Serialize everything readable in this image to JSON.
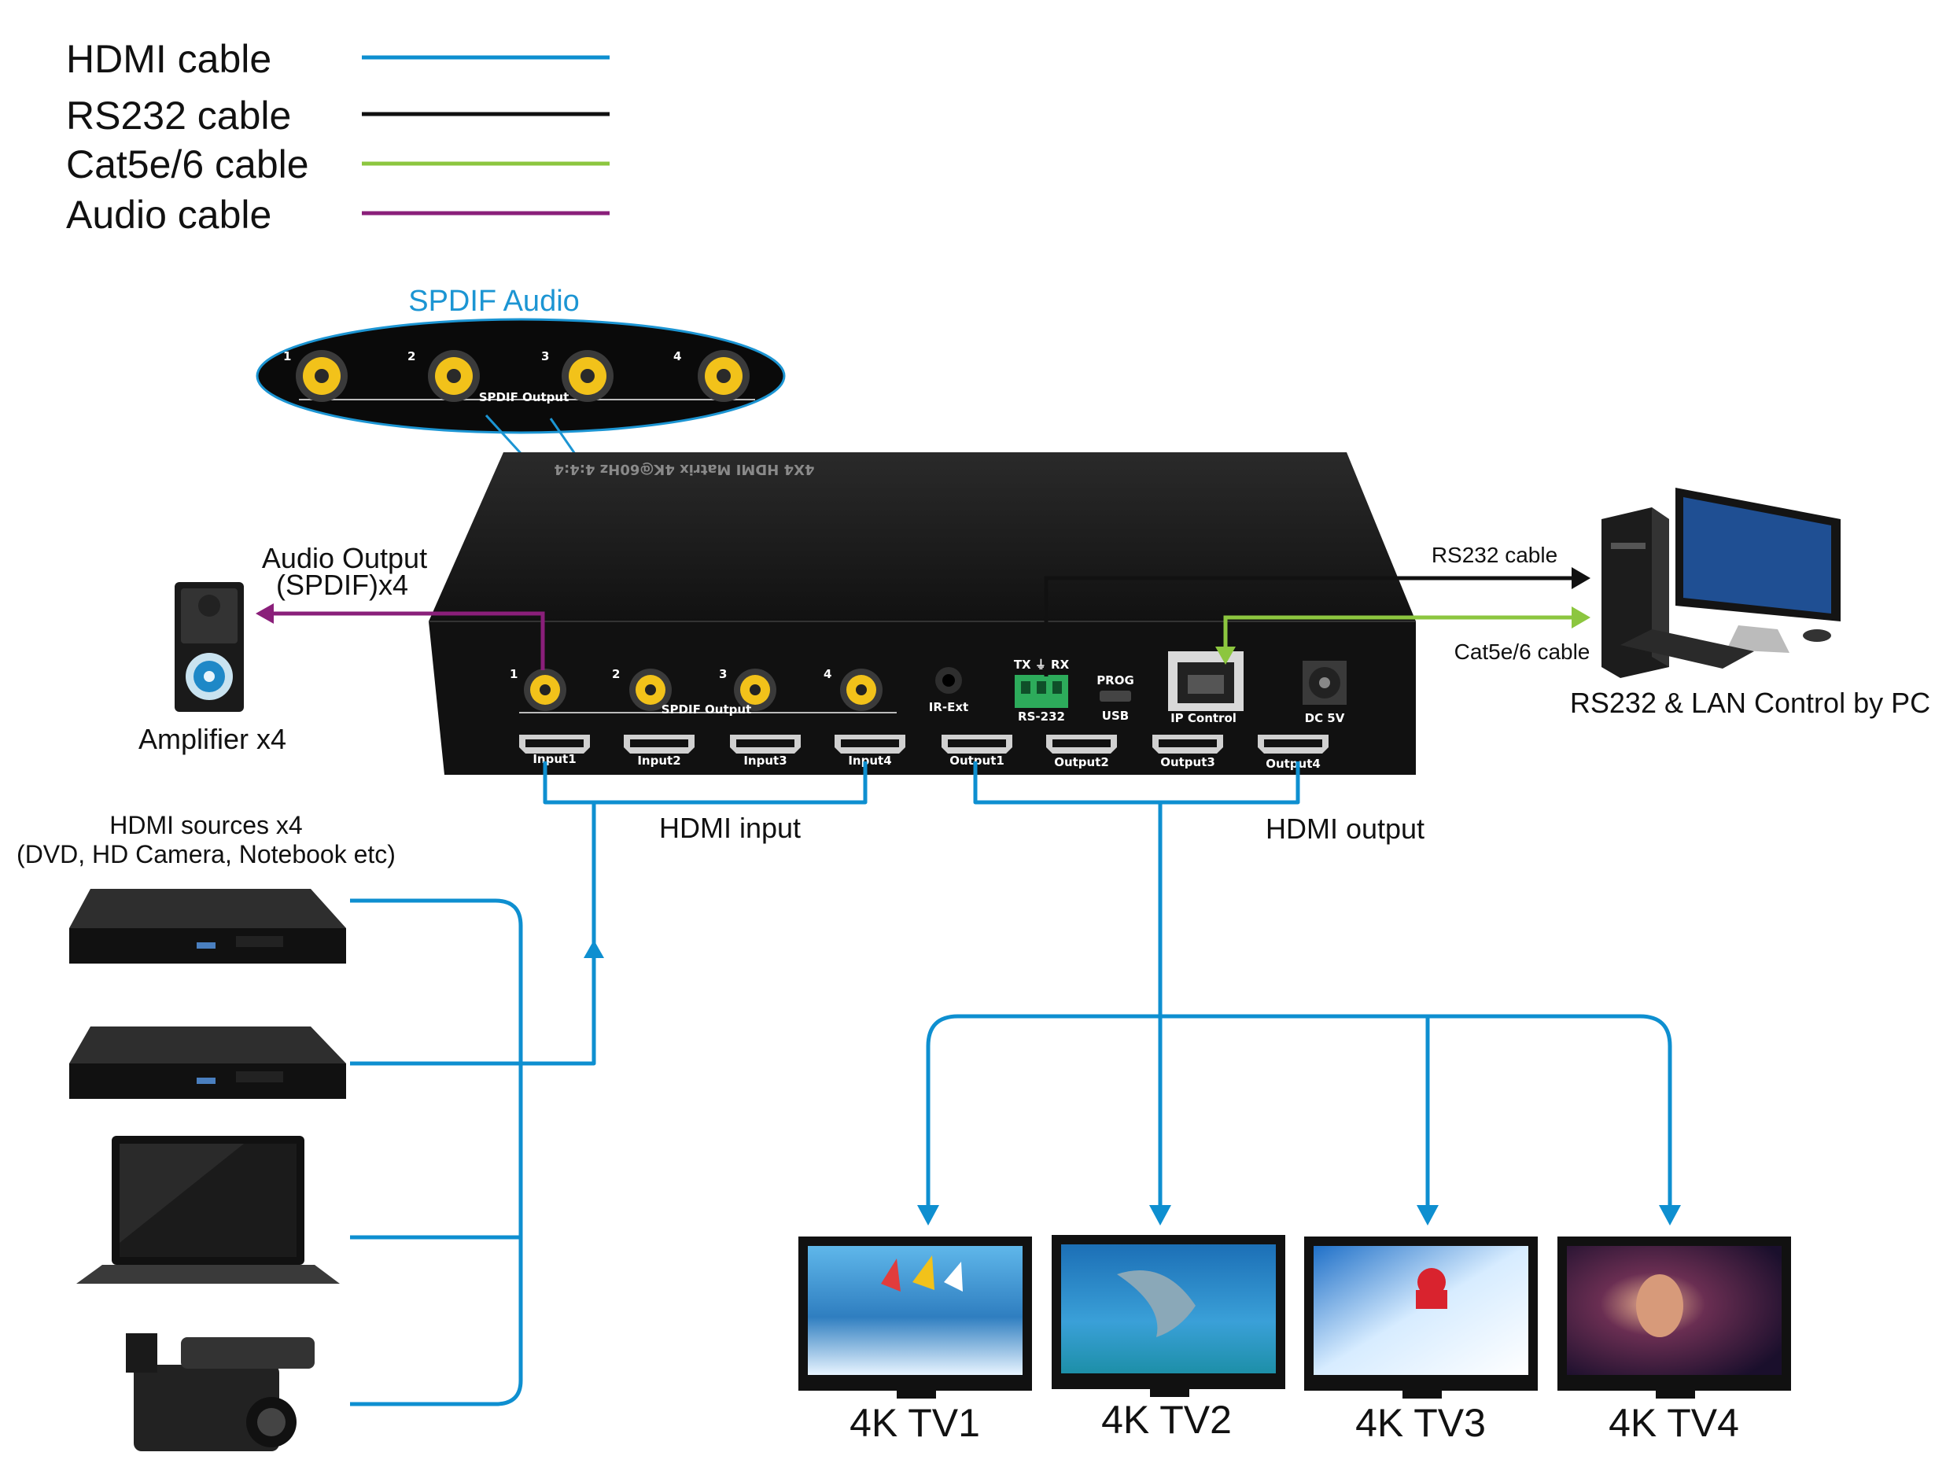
{
  "legend": [
    {
      "label": "HDMI cable",
      "color": "#0e8fd0"
    },
    {
      "label": "RS232 cable",
      "color": "#111111"
    },
    {
      "label": "Cat5e/6 cable",
      "color": "#8cc63f"
    },
    {
      "label": "Audio cable",
      "color": "#8a1f7a"
    }
  ],
  "spdif_callout": {
    "title": "SPDIF Audio",
    "port_numbers": [
      "1",
      "2",
      "3",
      "4"
    ],
    "panel_label": "SPDIF Output"
  },
  "device": {
    "top_label": "4X4 HDMI Matrix 4K@60Hz 4:4:4",
    "rca_numbers": [
      "1",
      "2",
      "3",
      "4"
    ],
    "spdif_label": "SPDIF Output",
    "ir_label": "IR-Ext",
    "rs232_pins": "TX ⏚ RX",
    "rs232_label": "RS-232",
    "prog_label": "PROG",
    "usb_label": "USB",
    "ip_label": "IP Control",
    "dc_label": "DC 5V",
    "inputs": [
      "Input1",
      "Input2",
      "Input3",
      "Input4"
    ],
    "outputs": [
      "Output1",
      "Output2",
      "Output3",
      "Output4"
    ]
  },
  "labels": {
    "audio_output": "Audio Output",
    "audio_output_sub": "(SPDIF)x4",
    "amplifier": "Amplifier x4",
    "sources_title": "HDMI sources x4",
    "sources_sub": "(DVD, HD Camera, Notebook etc)",
    "hdmi_input": "HDMI input",
    "hdmi_output": "HDMI output",
    "rs232_cable": "RS232 cable",
    "cat_cable": "Cat5e/6 cable",
    "pc_control": "RS232 & LAN Control by PC",
    "tvs": [
      "4K TV1",
      "4K TV2",
      "4K TV3",
      "4K TV4"
    ]
  },
  "colors": {
    "hdmi": "#0e8fd0",
    "rs232": "#111111",
    "cat": "#8cc63f",
    "audio": "#8a1f7a",
    "callout_fill": "#0a0a0a",
    "rca_gold": "#f2c21a"
  }
}
